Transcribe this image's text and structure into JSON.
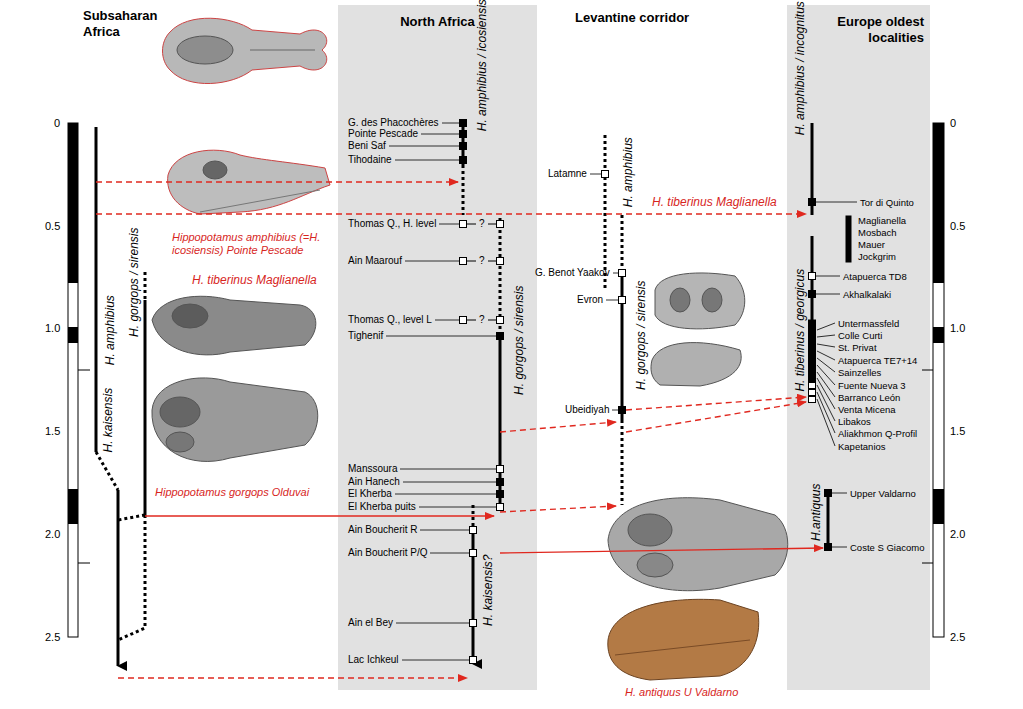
{
  "diagram": {
    "nodes": [
      {
        "text": [
          "North Africa"
        ]
      },
      {
        "text": [
          "Europe oldest localities"
        ]
      }
    ],
    "labels": [
      "Subsaharan Africa",
      "Levantine corridor",
      "0",
      "0.5",
      "1.0",
      "1.5",
      "2.0",
      "2.5",
      "0",
      "0.5",
      "1.0",
      "1.5",
      "2.0",
      "2.5",
      "H. amphibius",
      "H. kaisensis",
      "H. gorgops / sirensis",
      "H. amphibius / icosiensis",
      "H. gorgops / sirensis",
      "H. kaisensis?",
      "H. amphibius",
      "H. gorgops / sirensis",
      "H. amphibius / incognitus",
      "H. tiberinus / georgicus",
      "H.antiquus",
      "G. des Phacochères",
      "Pointe Pescade",
      "Beni Saf",
      "Tihodaine",
      "Thomas Q., H. level",
      "?",
      "Ain Maarouf",
      "?",
      "Thomas Q., level L",
      "?",
      "Tighenif",
      "Manssoura",
      "Ain Hanech",
      "El Kherba",
      "El Kherba puits",
      "Ain Boucherit R",
      "Ain Boucherit P/Q",
      "Ain el Bey",
      "Lac Ichkeul",
      "Latamne",
      "G. Benot Yaakov",
      "Evron",
      "Ubeidiyah",
      "Tor di Quinto",
      "Maglianella",
      "Mosbach",
      "Mauer",
      "Jockgrim",
      "Atapuerca TD8",
      "Akhalkalaki",
      "Untermassfeld",
      "Colle Curti",
      "St. Privat",
      "Atapuerca TE7+14",
      "Sainzelles",
      "Fuente Nueva 3",
      "Barranco León",
      "Venta Micena",
      "Libakos",
      "Aliakhmon Q-Profil",
      "Kapetanios",
      "Upper Valdarno",
      "Coste S Giacomo",
      "H. tiberinus Maglianella",
      "Hippopotamus amphibius (=H. icosiensis) Pointe Pescade",
      "H. tiberinus Maglianella",
      "Hippopotamus gorgops Olduvai",
      "H. antiquus U Valdarno"
    ]
  }
}
